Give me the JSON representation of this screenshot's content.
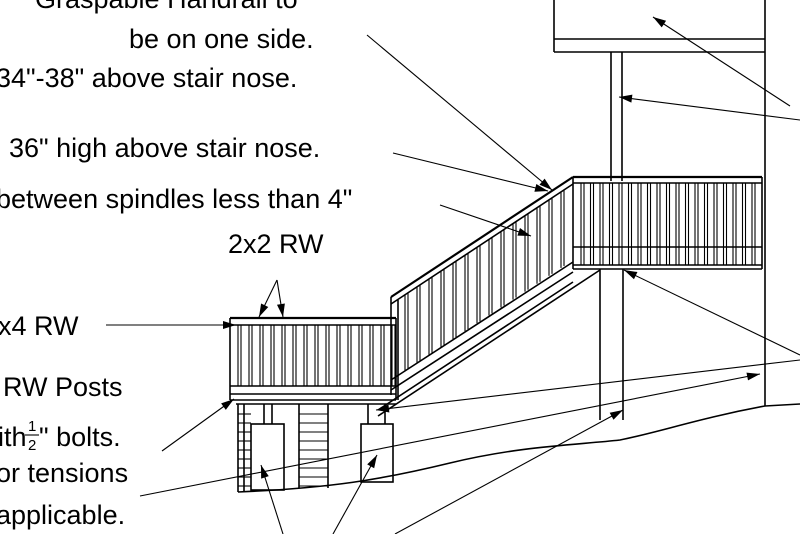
{
  "diagram": {
    "labels": {
      "handrail_line1": "Graspable Handrail to",
      "handrail_line2": "be on one side.",
      "handrail_line3": "34\"-38\" above stair nose.",
      "guard_height": "36\" high above stair nose.",
      "spindle_gap": "between spindles less than 4\"",
      "spindle_size": "2x2 RW",
      "rail_size": "x4 RW",
      "posts_line1": "RW Posts",
      "posts_line2_prefix": "ith ",
      "posts_frac_num": "1",
      "posts_frac_den": "2",
      "posts_line2_suffix": "\" bolts.",
      "tension_line": "or tensions",
      "applicable_line": "applicable."
    },
    "colors": {
      "ink": "#000000",
      "paper": "#ffffff"
    }
  }
}
